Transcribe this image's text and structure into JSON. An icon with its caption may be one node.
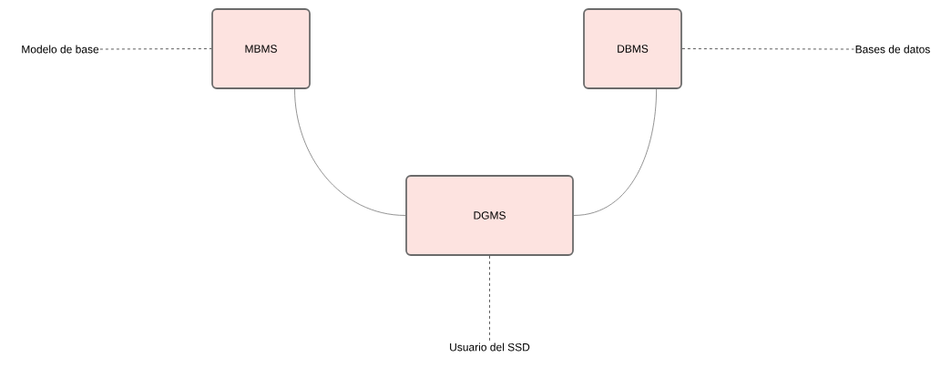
{
  "diagram": {
    "nodes": [
      {
        "text": [
          "MBMS"
        ]
      },
      {
        "text": [
          "DBMS"
        ]
      },
      {
        "text": [
          "DGMS"
        ]
      },
      {
        "text": [
          "Modelo de base"
        ]
      },
      {
        "text": [
          "Bases de datos"
        ]
      },
      {
        "text": [
          "Usuario del SSD"
        ]
      }
    ],
    "edges": [
      {
        "from": 0,
        "to": 2,
        "arrow": "none",
        "color": "#666666"
      },
      {
        "from": 1,
        "to": 2,
        "arrow": "none",
        "color": "#666666"
      },
      {
        "from": 3,
        "to": 0,
        "arrow": "none",
        "style": "dashed"
      },
      {
        "from": 1,
        "to": 4,
        "arrow": "none",
        "style": "dashed"
      },
      {
        "from": 2,
        "to": 5,
        "arrow": "none",
        "style": "dashed"
      }
    ]
  }
}
